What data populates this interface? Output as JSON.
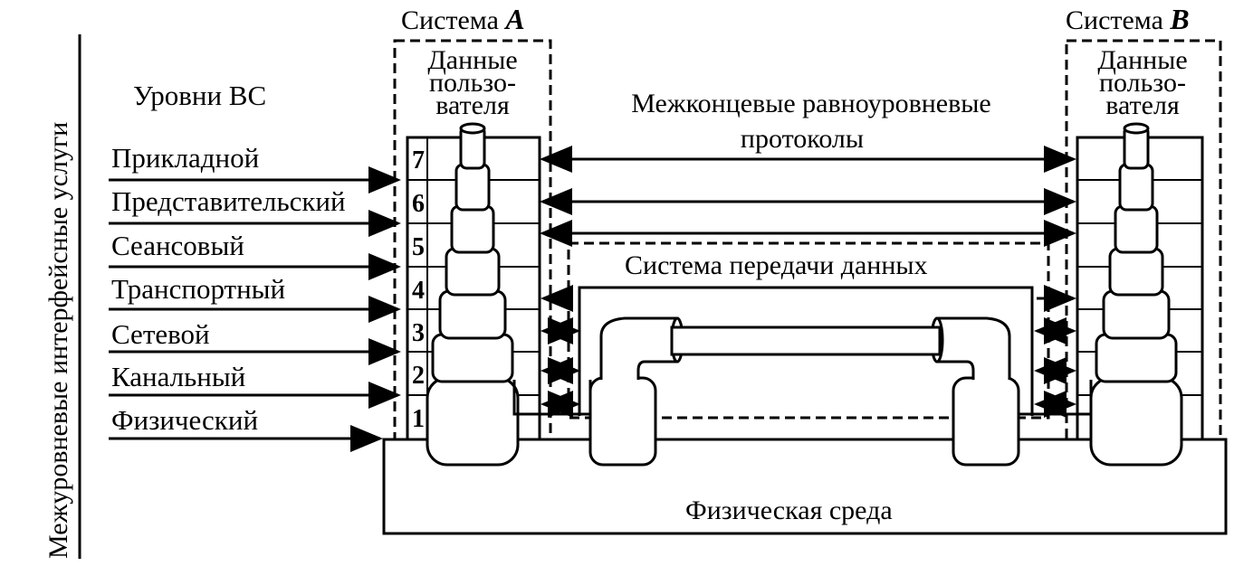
{
  "vertical_label": "Межуровневые интерфейсные услуги",
  "levels_heading": "Уровни ВС",
  "layers": [
    {
      "num": "7",
      "name": "Прикладной"
    },
    {
      "num": "6",
      "name": "Представительский"
    },
    {
      "num": "5",
      "name": "Сеансовый"
    },
    {
      "num": "4",
      "name": "Транспортный"
    },
    {
      "num": "3",
      "name": "Сетевой"
    },
    {
      "num": "2",
      "name": "Канальный"
    },
    {
      "num": "1",
      "name": "Физический"
    }
  ],
  "system_a": {
    "prefix": "Система ",
    "letter": "A",
    "user_data": [
      "Данные",
      "пользо-",
      "вателя"
    ]
  },
  "system_b": {
    "prefix": "Система ",
    "letter": "B",
    "user_data": [
      "Данные",
      "пользо-",
      "вателя"
    ]
  },
  "peer_protocols": [
    "Межконцевые равноуровневые",
    "протоколы"
  ],
  "data_transfer_system": "Система передачи данных",
  "physical_medium": "Физическая среда"
}
